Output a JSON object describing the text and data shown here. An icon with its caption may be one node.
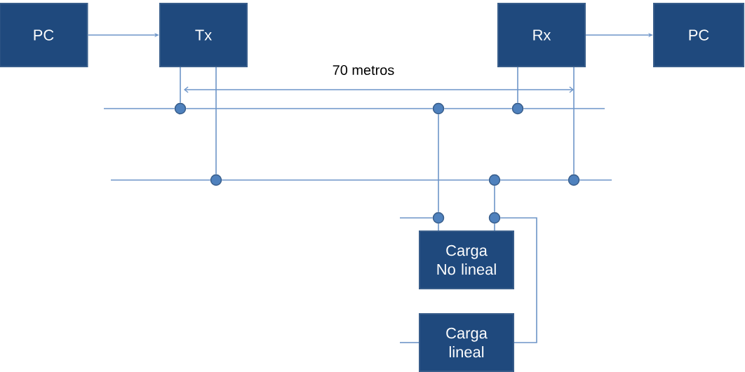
{
  "diagram": {
    "nodes": [
      {
        "text": [
          "PC"
        ]
      },
      {
        "text": [
          "Tx"
        ]
      },
      {
        "text": [
          "Rx"
        ]
      },
      {
        "text": [
          "PC"
        ]
      },
      {
        "text": [
          "Carga No lineal"
        ]
      },
      {
        "text": [
          "Carga lineal"
        ]
      },
      {
        "text": [],
        "shape": "circle"
      },
      {
        "text": [],
        "shape": "circle"
      },
      {
        "text": [],
        "shape": "circle"
      },
      {
        "text": [],
        "shape": "circle"
      },
      {
        "text": [],
        "shape": "circle"
      },
      {
        "text": [],
        "shape": "circle"
      },
      {
        "text": [],
        "shape": "circle"
      },
      {
        "text": [],
        "shape": "circle"
      }
    ],
    "edges": [
      {
        "from": 0,
        "to": 1,
        "arrow": "to"
      },
      {
        "from": 2,
        "to": 3,
        "arrow": "to"
      },
      {
        "from": 1,
        "to": 6,
        "arrow": "none"
      },
      {
        "from": 1,
        "to": 9,
        "arrow": "none"
      },
      {
        "from": 2,
        "to": 8,
        "arrow": "none"
      },
      {
        "from": 2,
        "to": 11,
        "arrow": "none"
      },
      {
        "from": null,
        "to": 6,
        "arrow": "none"
      },
      {
        "from": 6,
        "to": 7,
        "arrow": "none"
      },
      {
        "from": 7,
        "to": 8,
        "arrow": "none"
      },
      {
        "from": 8,
        "to": null,
        "arrow": "none"
      },
      {
        "from": null,
        "to": 9,
        "arrow": "none"
      },
      {
        "from": 9,
        "to": 10,
        "arrow": "none"
      },
      {
        "from": 10,
        "to": 11,
        "arrow": "none"
      },
      {
        "from": 11,
        "to": null,
        "arrow": "none"
      },
      {
        "from": 7,
        "to": 12,
        "arrow": "none"
      },
      {
        "from": 10,
        "to": 13,
        "arrow": "none"
      },
      {
        "from": null,
        "to": 12,
        "arrow": "none"
      },
      {
        "from": 12,
        "to": 4,
        "arrow": "none"
      },
      {
        "from": 13,
        "to": 4,
        "arrow": "none"
      },
      {
        "from": 13,
        "to": 5,
        "arrow": "none"
      },
      {
        "from": null,
        "to": 5,
        "arrow": "none"
      }
    ],
    "labels": [
      "70 metros"
    ]
  }
}
